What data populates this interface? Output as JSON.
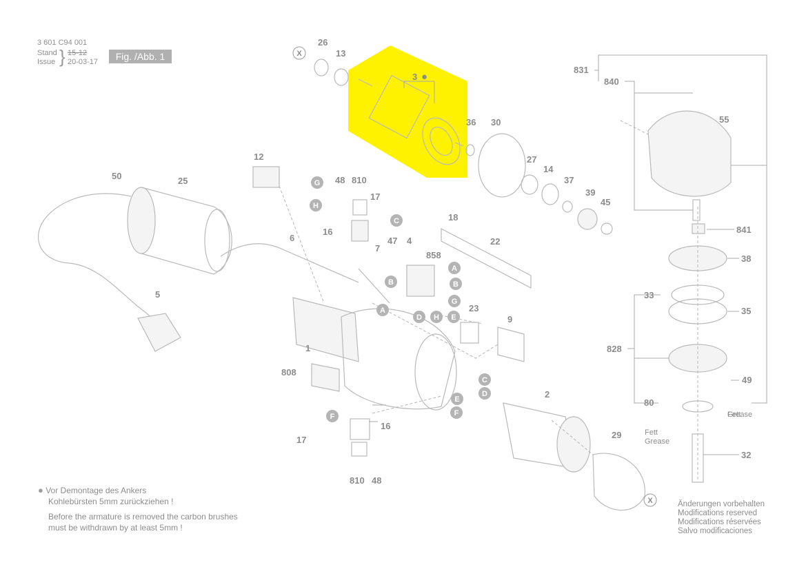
{
  "header": {
    "doc_number": "3 601 C94 001",
    "stand_label": "Stand",
    "stand_value_struck": "15-12",
    "issue_label": "Issue",
    "issue_value": "20-03-17",
    "figure_label": "Fig. /Abb. 1"
  },
  "highlight_color": "#fff200",
  "parts": [
    {
      "id": "26",
      "label": "26"
    },
    {
      "id": "13",
      "label": "13"
    },
    {
      "id": "3",
      "label": "3"
    },
    {
      "id": "36",
      "label": "36"
    },
    {
      "id": "30",
      "label": "30"
    },
    {
      "id": "27",
      "label": "27"
    },
    {
      "id": "14",
      "label": "14"
    },
    {
      "id": "37",
      "label": "37"
    },
    {
      "id": "39",
      "label": "39"
    },
    {
      "id": "45",
      "label": "45"
    },
    {
      "id": "831",
      "label": "831"
    },
    {
      "id": "840",
      "label": "840"
    },
    {
      "id": "55",
      "label": "55"
    },
    {
      "id": "841",
      "label": "841"
    },
    {
      "id": "38",
      "label": "38"
    },
    {
      "id": "33",
      "label": "33"
    },
    {
      "id": "35",
      "label": "35"
    },
    {
      "id": "828",
      "label": "828"
    },
    {
      "id": "49",
      "label": "49"
    },
    {
      "id": "80",
      "label": "80"
    },
    {
      "id": "32",
      "label": "32"
    },
    {
      "id": "12",
      "label": "12"
    },
    {
      "id": "50",
      "label": "50"
    },
    {
      "id": "25",
      "label": "25"
    },
    {
      "id": "48a",
      "label": "48"
    },
    {
      "id": "810a",
      "label": "810"
    },
    {
      "id": "17a",
      "label": "17"
    },
    {
      "id": "16a",
      "label": "16"
    },
    {
      "id": "18",
      "label": "18"
    },
    {
      "id": "6",
      "label": "6"
    },
    {
      "id": "7",
      "label": "7"
    },
    {
      "id": "47",
      "label": "47"
    },
    {
      "id": "4",
      "label": "4"
    },
    {
      "id": "858",
      "label": "858"
    },
    {
      "id": "22",
      "label": "22"
    },
    {
      "id": "5",
      "label": "5"
    },
    {
      "id": "23",
      "label": "23"
    },
    {
      "id": "9",
      "label": "9"
    },
    {
      "id": "1",
      "label": "1"
    },
    {
      "id": "808",
      "label": "808"
    },
    {
      "id": "2",
      "label": "2"
    },
    {
      "id": "29",
      "label": "29"
    },
    {
      "id": "16b",
      "label": "16"
    },
    {
      "id": "17b",
      "label": "17"
    },
    {
      "id": "810b",
      "label": "810"
    },
    {
      "id": "48b",
      "label": "48"
    }
  ],
  "connectors": [
    "A",
    "B",
    "C",
    "D",
    "E",
    "F",
    "G",
    "H",
    "X"
  ],
  "grease_labels": {
    "fett_1": "Fett",
    "grease_1": "Grease",
    "fett_2": "Fett",
    "grease_2": "Grease"
  },
  "notes": {
    "de_line1": "Vor Demontage des Ankers",
    "de_line2": "Kohlebürsten 5mm zurückziehen !",
    "en_line1": "Before the armature is removed the carbon brushes",
    "en_line2": "must be withdrawn by at least 5mm !"
  },
  "modifications": [
    "Änderungen vorbehalten",
    "Modifications reserved",
    "Modifications réservées",
    "Salvo modificaciones"
  ]
}
